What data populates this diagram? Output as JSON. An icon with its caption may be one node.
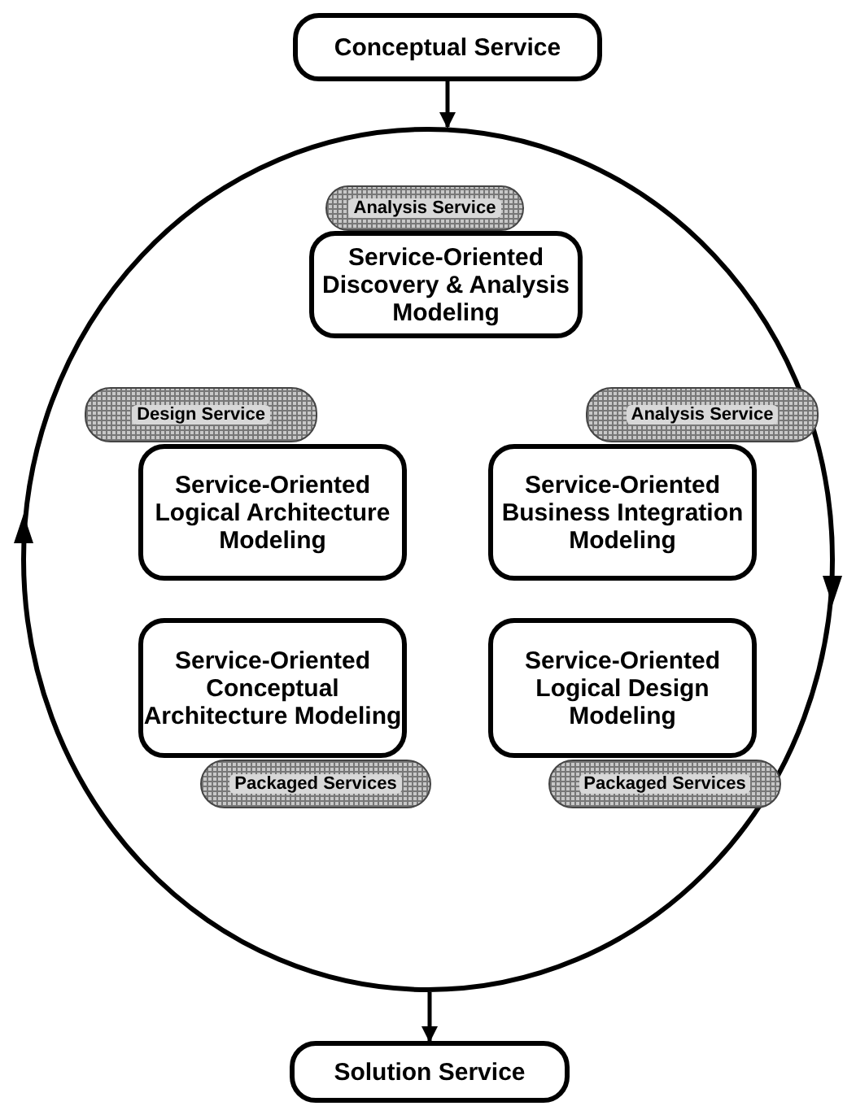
{
  "diagram": {
    "nodes": [
      {
        "text": [
          "Conceptual Service"
        ]
      },
      {
        "text": [],
        "shape": "circle"
      },
      {
        "text": [
          "Analysis Service"
        ],
        "in": 1
      },
      {
        "text": [
          "Service-Oriented Discovery & Analysis Modeling"
        ],
        "in": 1
      },
      {
        "text": [
          "Design Service"
        ],
        "in": 1
      },
      {
        "text": [
          "Analysis Service"
        ],
        "in": 1
      },
      {
        "text": [
          "Service-Oriented Logical Architecture Modeling"
        ],
        "in": 1
      },
      {
        "text": [
          "Service-Oriented Business Integration Modeling"
        ],
        "in": 1
      },
      {
        "text": [
          "Service-Oriented Conceptual Architecture Modeling"
        ],
        "in": 1
      },
      {
        "text": [
          "Service-Oriented Logical Design Modeling"
        ],
        "in": 1
      },
      {
        "text": [
          "Packaged Services"
        ],
        "in": 1
      },
      {
        "text": [
          "Packaged Services"
        ],
        "in": 1
      },
      {
        "text": [
          "Solution Service"
        ]
      }
    ],
    "edges": [
      {
        "from": 0,
        "to": 1,
        "arrow": "to"
      },
      {
        "from": 1,
        "to": 12,
        "arrow": "to"
      }
    ]
  }
}
